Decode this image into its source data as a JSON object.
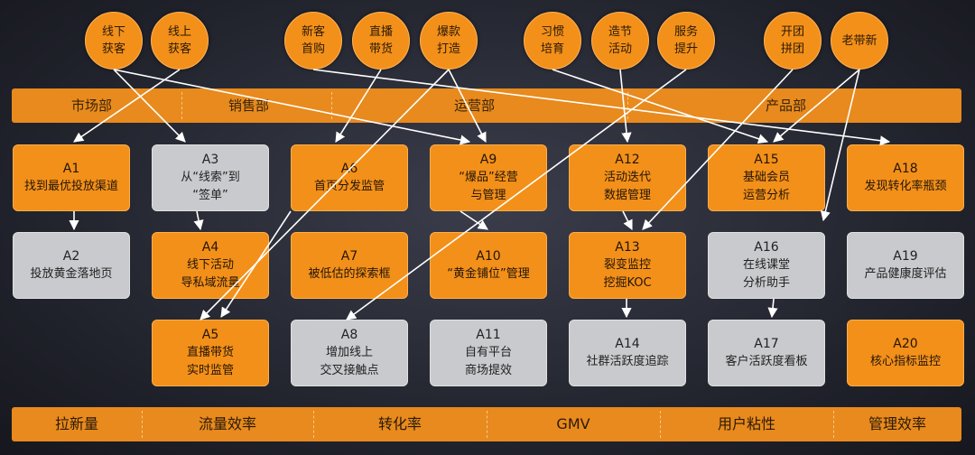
{
  "drivers": [
    {
      "id": "c1",
      "text": "线下\n获客"
    },
    {
      "id": "c2",
      "text": "线上\n获客"
    },
    {
      "id": "c3",
      "text": "新客\n首购"
    },
    {
      "id": "c4",
      "text": "直播\n带货"
    },
    {
      "id": "c5",
      "text": "爆款\n打造"
    },
    {
      "id": "c6",
      "text": "习惯\n培育"
    },
    {
      "id": "c7",
      "text": "造节\n活动"
    },
    {
      "id": "c8",
      "text": "服务\n提升"
    },
    {
      "id": "c9",
      "text": "开团\n拼团"
    },
    {
      "id": "c10",
      "text": "老带新"
    }
  ],
  "departments": [
    "市场部",
    "销售部",
    "运营部",
    "产品部"
  ],
  "cards": [
    {
      "id": "A1",
      "text": "找到最优投放渠道",
      "style": "orange"
    },
    {
      "id": "A2",
      "text": "投放黄金落地页",
      "style": "gray"
    },
    {
      "id": "A3",
      "text": "从“线索”到\n“签单”",
      "style": "gray"
    },
    {
      "id": "A4",
      "text": "线下活动\n导私域流量",
      "style": "orange"
    },
    {
      "id": "A5",
      "text": "直播带货\n实时监管",
      "style": "orange"
    },
    {
      "id": "A6",
      "text": "首页分发监管",
      "style": "orange"
    },
    {
      "id": "A7",
      "text": "被低估的探索框",
      "style": "orange"
    },
    {
      "id": "A8",
      "text": "增加线上\n交叉接触点",
      "style": "gray"
    },
    {
      "id": "A9",
      "text": "“爆品”经营\n与管理",
      "style": "orange"
    },
    {
      "id": "A10",
      "text": "“黄金铺位”管理",
      "style": "orange"
    },
    {
      "id": "A11",
      "text": "自有平台\n商场提效",
      "style": "gray"
    },
    {
      "id": "A12",
      "text": "活动迭代\n数据管理",
      "style": "orange"
    },
    {
      "id": "A13",
      "text": "裂变监控\n挖掘KOC",
      "style": "orange"
    },
    {
      "id": "A14",
      "text": "社群活跃度追踪",
      "style": "gray"
    },
    {
      "id": "A15",
      "text": "基础会员\n运营分析",
      "style": "orange"
    },
    {
      "id": "A16",
      "text": "在线课堂\n分析助手",
      "style": "gray"
    },
    {
      "id": "A17",
      "text": "客户活跃度看板",
      "style": "gray"
    },
    {
      "id": "A18",
      "text": "发现转化率瓶颈",
      "style": "orange"
    },
    {
      "id": "A19",
      "text": "产品健康度评估",
      "style": "gray"
    },
    {
      "id": "A20",
      "text": "核心指标监控",
      "style": "orange"
    }
  ],
  "metrics": [
    "拉新量",
    "流量效率",
    "转化率",
    "GMV",
    "用户粘性",
    "管理效率"
  ],
  "colors": {
    "orange": "#f39019",
    "gray": "#c9cacd",
    "arrow": "#ffffff"
  }
}
